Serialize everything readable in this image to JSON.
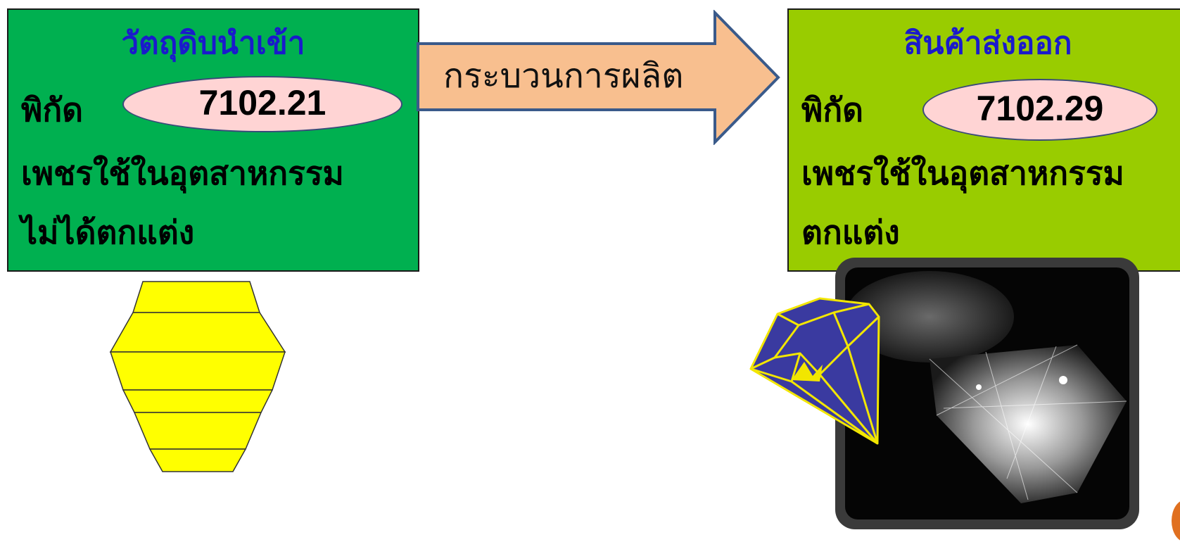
{
  "raw_material": {
    "title": "วัตถุดิบนำเข้า",
    "code_label": "พิกัด",
    "code": "7102.21",
    "description_line1": "เพชรใช้ในอุตสาหกรรม",
    "description_line2": "ไม่ได้ตกแต่ง"
  },
  "process": {
    "label": "กระบวนการผลิต"
  },
  "export_product": {
    "title": "สินค้าส่งออก",
    "code_label": "พิกัด",
    "code": "7102.29",
    "description_line1": "เพชรใช้ในอุตสาหกรรม",
    "description_line2": "ตกแต่ง"
  },
  "colors": {
    "raw_box": "#00b050",
    "export_box": "#99cc00",
    "title_text": "#1a1acc",
    "arrow_fill": "#f8bf8f",
    "arrow_stroke": "#3a5a8a",
    "oval_fill": "#ffd4d4",
    "rough_gem": "#ffff00",
    "cut_gem": "#3a3aa0"
  },
  "images": {
    "rough_gem": "rough-diamond-illustration",
    "cut_gem": "cut-diamond-illustration",
    "photo": "diamond-photo"
  }
}
